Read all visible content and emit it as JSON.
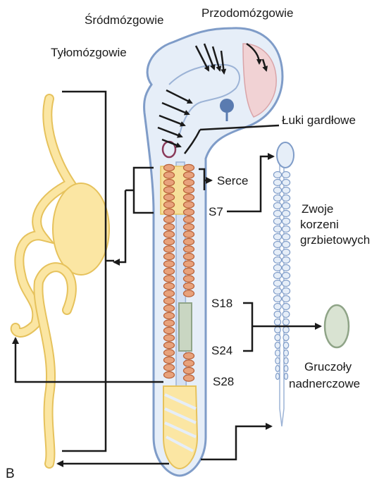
{
  "panel_letter": "B",
  "labels": {
    "midbrain": "Śródmózgowie",
    "forebrain": "Przodomózgowie",
    "hindbrain": "Tyłomózgowie",
    "pharyngeal_arches": "Łuki gardłowe",
    "heart": "Serce",
    "s7": "S7",
    "drg_line1": "Zwoje",
    "drg_line2": "korzeni",
    "drg_line3": "grzbietowych",
    "s18": "S18",
    "s24": "S24",
    "adrenal_line1": "Gruczoły",
    "adrenal_line2": "nadnerczowe",
    "s28": "S28"
  },
  "colors": {
    "embryo_fill": "#e6eef8",
    "embryo_stroke": "#7f9cc8",
    "somite_fill": "#e8a27c",
    "somite_stroke": "#b9623a",
    "neural_crest_yellow": "#f6df9a",
    "gut_fill": "#fbe6a3",
    "gut_stroke": "#e6c25c",
    "adrenal_fill": "#d9e3d2",
    "adrenal_stroke": "#8fa487",
    "forebrain_pink": "#f1d2d4",
    "arrow": "#1a1a1a"
  }
}
